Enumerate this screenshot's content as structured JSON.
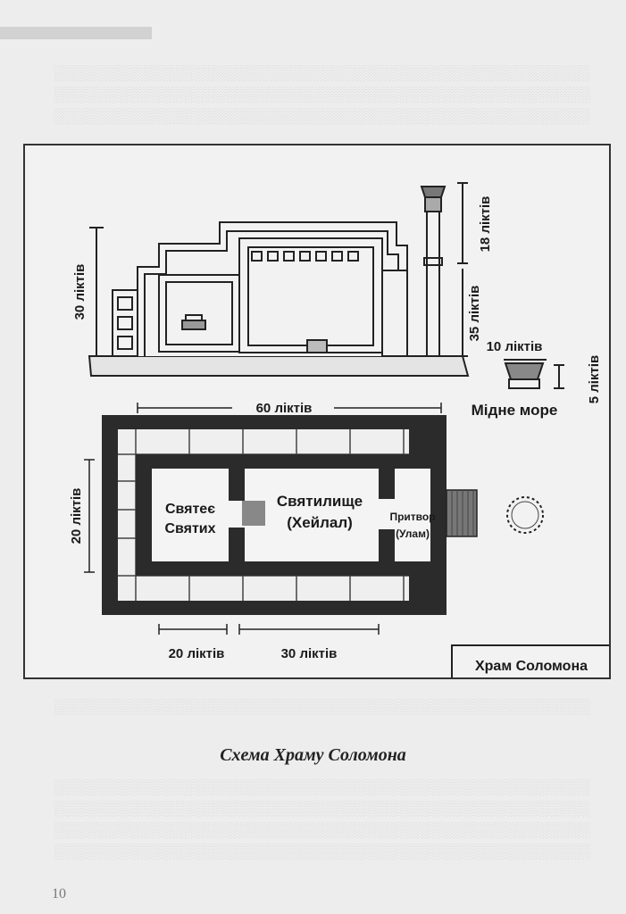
{
  "diagram": {
    "side_view": {
      "height_label": "30 ліктів",
      "pillar_upper_label": "18 ліктів",
      "pillar_lower_label": "35 ліктів",
      "sea_width_label": "10 ліктів",
      "sea_height_label": "5 ліктів",
      "sea_name": "Мідне море"
    },
    "plan_view": {
      "length_label": "60 ліктів",
      "width_label": "20 ліктів",
      "holy_of_holies_line1": "Святеє",
      "holy_of_holies_line2": "Святих",
      "sanctuary_line1": "Святилище",
      "sanctuary_line2": "(Хейлал)",
      "porch_line1": "Притвор",
      "porch_line2": "(Улам)",
      "holy_dim_label": "20 ліктів",
      "sanctuary_dim_label": "30 ліктів"
    },
    "title": "Храм Соломона"
  },
  "caption": "Схема Храму Соломона",
  "page_number": "10"
}
